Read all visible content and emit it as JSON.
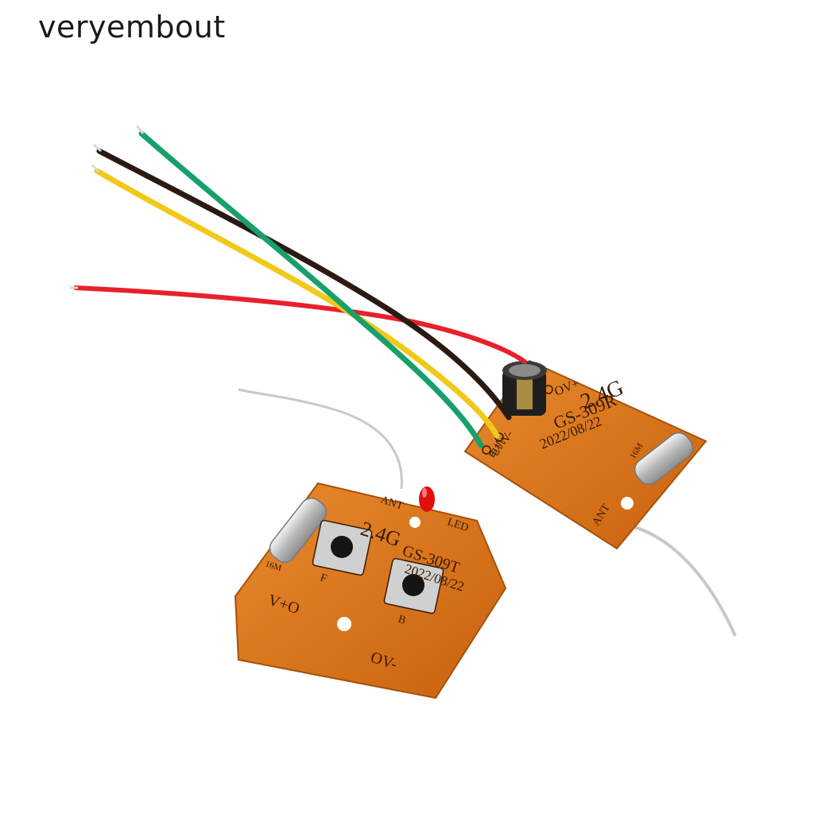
{
  "header": {
    "brand": "veryembout"
  },
  "receiver": {
    "freq": "2.4G",
    "model": "GS-309R",
    "date": "2022/08/22",
    "pin_vplus": "OV+",
    "pin_vminus": "V-",
    "pin_motor": "电机",
    "crystal": "16M",
    "ant": "ANT"
  },
  "transmitter": {
    "freq": "2.4G",
    "model": "GS-309T",
    "date": "2022/08/22",
    "ant": "ANT",
    "led": "LED",
    "crystal": "16M",
    "button_f": "F",
    "button_b": "B",
    "pin_vplus": "V+O",
    "pin_vminus": "OV-"
  },
  "colors": {
    "pcb": "#d9731c",
    "pcb_dark": "#b85a10",
    "wire_red": "#e8202a",
    "wire_black": "#2a1a12",
    "wire_yellow": "#f2c81a",
    "wire_green": "#17a06a",
    "led": "#e01010"
  }
}
